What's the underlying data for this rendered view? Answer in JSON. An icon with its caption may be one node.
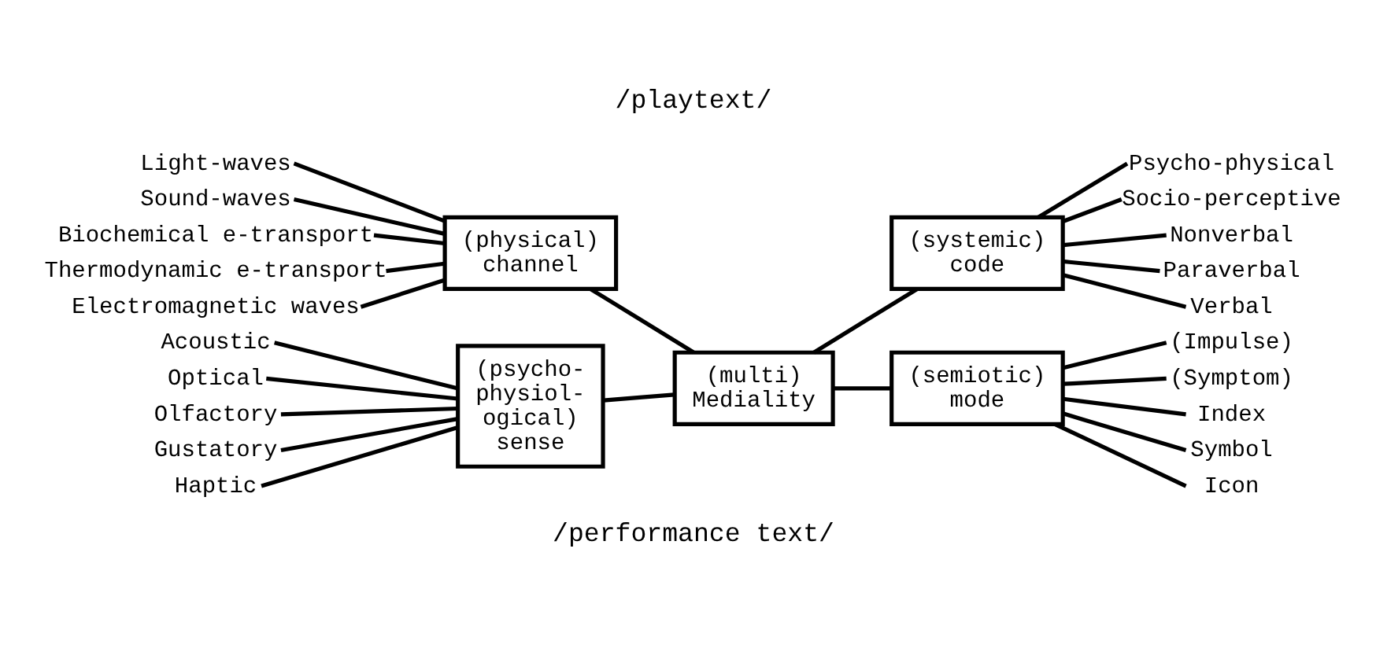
{
  "diagram": {
    "title": "/playtext/",
    "caption": "/performance text/",
    "nodes": [
      {
        "text": [
          "Light-waves"
        ]
      },
      {
        "text": [
          "Sound-waves"
        ]
      },
      {
        "text": [
          "Biochemical e-transport"
        ]
      },
      {
        "text": [
          "Thermodynamic e-transport"
        ]
      },
      {
        "text": [
          "Electromagnetic waves"
        ]
      },
      {
        "text": [
          "(physical) channel"
        ]
      },
      {
        "text": [
          "(semiotic) mode"
        ]
      },
      {
        "text": [
          "Icon"
        ]
      },
      {
        "text": [
          "Symbol"
        ]
      },
      {
        "text": [
          "Index"
        ]
      },
      {
        "text": [
          "(Symptom)"
        ]
      },
      {
        "text": [
          "(Impulse)"
        ]
      },
      {
        "text": [
          "(multi) Mediality"
        ]
      },
      {
        "text": [
          "Acoustic"
        ]
      },
      {
        "text": [
          "Optical"
        ]
      },
      {
        "text": [
          "Olfactory"
        ]
      },
      {
        "text": [
          "Gustatory"
        ]
      },
      {
        "text": [
          "Haptic"
        ]
      },
      {
        "text": [
          "(psycho- physiol- ogical) sense"
        ]
      },
      {
        "text": [
          "(systemic) code"
        ]
      },
      {
        "text": [
          "Verbal"
        ]
      },
      {
        "text": [
          "Paraverbal"
        ]
      },
      {
        "text": [
          "Nonverbal"
        ]
      },
      {
        "text": [
          "Socio-perceptive"
        ]
      },
      {
        "text": [
          "Psycho-physical"
        ]
      }
    ],
    "edges": [
      {
        "from": 0,
        "to": 5,
        "arrow": "none"
      },
      {
        "from": 1,
        "to": 5,
        "arrow": "none"
      },
      {
        "from": 2,
        "to": 5,
        "arrow": "none"
      },
      {
        "from": 3,
        "to": 5,
        "arrow": "none"
      },
      {
        "from": 4,
        "to": 5,
        "arrow": "none"
      },
      {
        "from": 5,
        "to": 12,
        "arrow": "none"
      },
      {
        "from": 12,
        "to": 6,
        "arrow": "none"
      },
      {
        "from": 6,
        "to": 7,
        "arrow": "none"
      },
      {
        "from": 6,
        "to": 8,
        "arrow": "none"
      },
      {
        "from": 6,
        "to": 9,
        "arrow": "none"
      },
      {
        "from": 6,
        "to": 10,
        "arrow": "none"
      },
      {
        "from": 6,
        "to": 11,
        "arrow": "none"
      },
      {
        "from": 13,
        "to": 18,
        "arrow": "none"
      },
      {
        "from": 14,
        "to": 18,
        "arrow": "none"
      },
      {
        "from": 15,
        "to": 18,
        "arrow": "none"
      },
      {
        "from": 16,
        "to": 18,
        "arrow": "none"
      },
      {
        "from": 17,
        "to": 18,
        "arrow": "none"
      },
      {
        "from": 18,
        "to": 12,
        "arrow": "none"
      },
      {
        "from": 12,
        "to": 19,
        "arrow": "none"
      },
      {
        "from": 19,
        "to": 20,
        "arrow": "none"
      },
      {
        "from": 19,
        "to": 21,
        "arrow": "none"
      },
      {
        "from": 19,
        "to": 22,
        "arrow": "none"
      },
      {
        "from": 19,
        "to": 23,
        "arrow": "none"
      },
      {
        "from": 19,
        "to": 24,
        "arrow": "none"
      }
    ]
  }
}
